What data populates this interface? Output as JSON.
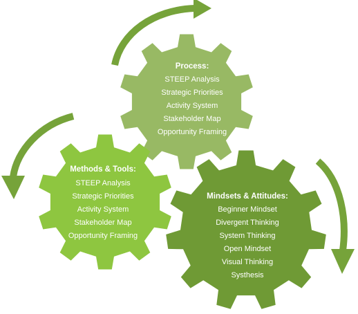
{
  "colors": {
    "process_gear": "#98b964",
    "methods_gear": "#8ec640",
    "mindsets_gear": "#6f9a35",
    "arrow": "#76a33a",
    "text": "#ffffff"
  },
  "gears": {
    "process": {
      "title": "Process:",
      "items": [
        "STEEP Analysis",
        "Strategic Priorities",
        "Activity System",
        "Stakeholder Map",
        "Opportunity Framing"
      ]
    },
    "methods": {
      "title": "Methods & Tools:",
      "items": [
        "STEEP Analysis",
        "Strategic Priorities",
        "Activity System",
        "Stakeholder Map",
        "Opportunity Framing"
      ]
    },
    "mindsets": {
      "title": "Mindsets & Attitudes:",
      "items": [
        "Beginner Mindset",
        "Divergent Thinking",
        "System Thinking",
        "Open Mindset",
        "Visual Thinking",
        "Systhesis"
      ]
    }
  }
}
